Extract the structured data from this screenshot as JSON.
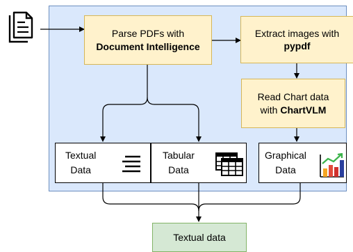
{
  "nodes": {
    "parse": {
      "line1": "Parse PDFs with",
      "line2": "Document Intelligence"
    },
    "extract": {
      "line1": "Extract images with",
      "line2": "pypdf"
    },
    "read": {
      "line1": "Read Chart data",
      "line2_prefix": "with ",
      "line2_bold": "ChartVLM"
    },
    "textual": {
      "line1": "Textual",
      "line2": "Data"
    },
    "tabular": {
      "line1": "Tabular",
      "line2": "Data"
    },
    "graphical": {
      "line1": "Graphical",
      "line2": "Data"
    },
    "output": {
      "label": "Textual data"
    }
  },
  "icons": {
    "source": "document-icon",
    "textual": "text-lines-icon",
    "tabular": "table-icon",
    "graphical": "bar-chart-icon"
  },
  "colors": {
    "panel_fill": "#dae8fc",
    "process_fill": "#fff2cc",
    "output_fill": "#d5e8d4"
  }
}
